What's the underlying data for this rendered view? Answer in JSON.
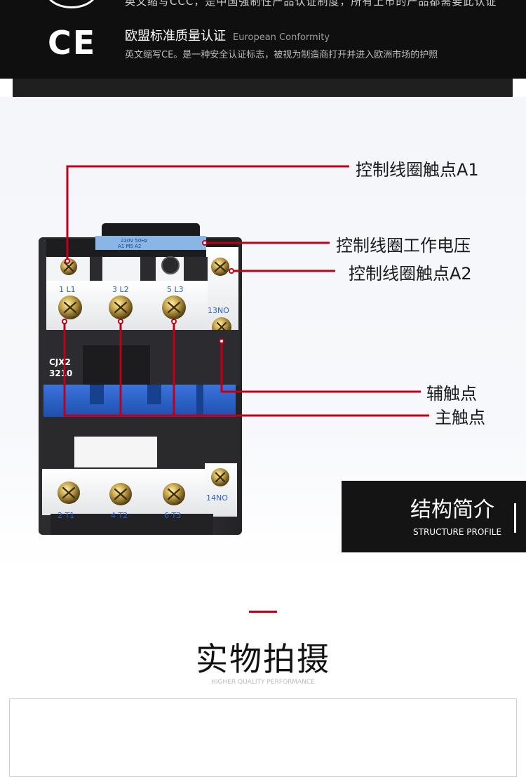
{
  "certification": {
    "cut_line": "英文缩写CCC，是中国强制性产品认证制度，所有上市的产品都需要此认证",
    "ce_logo": "CE",
    "title": "欧盟标准质量认证",
    "title_en": "European Conformity",
    "description": "英文缩写CE。是一种安全认证标志，被视为制造商打开并进入欧洲市场的护照"
  },
  "product": {
    "coil_label": "220V 50Hz",
    "coil_pins": "A1  M5  A2",
    "model_line1": "CJX2",
    "model_line2": "3210",
    "terminals_top": [
      "1 L1",
      "3 L2",
      "5 L3"
    ],
    "terminal_no_top": "13NO",
    "terminals_bottom": [
      "2 T1",
      "4 T2",
      "6 T3"
    ],
    "terminal_no_bottom": "14NO"
  },
  "callouts": {
    "a1": "控制线圈触点A1",
    "voltage": "控制线圈工作电压",
    "a2": "控制线圈触点A2",
    "aux": "辅触点",
    "main": "主触点"
  },
  "profile": {
    "title": "结构简介",
    "subtitle": "STRUCTURE PROFILE"
  },
  "physical_shot": {
    "title": "实物拍摄",
    "subtitle": "HIGHER QUALITY PERFORMANCE"
  },
  "colors": {
    "accent_red": "#c00018",
    "contact_blue": "#2a62c9",
    "banner_dark": "#0f0f0f"
  }
}
